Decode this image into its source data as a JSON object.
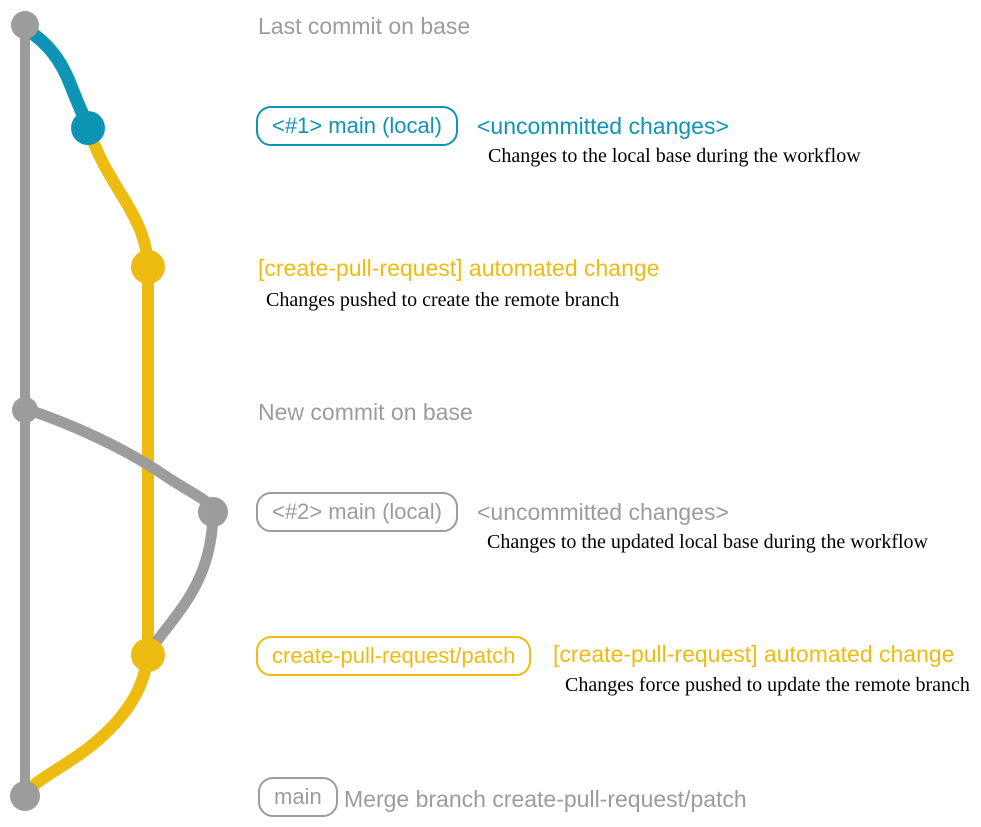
{
  "colors": {
    "gray": "#9c9c9c",
    "teal": "#0e94b5",
    "yellow": "#eebc10",
    "ink": "#000000",
    "background": "#ffffff"
  },
  "annotations": {
    "last_commit": {
      "label": "Last commit on base"
    },
    "local1": {
      "badge": "<#1> main (local)",
      "status": "<uncommitted changes>",
      "description": "Changes to the local base during the workflow"
    },
    "push1": {
      "title": "[create-pull-request] automated change",
      "description": "Changes pushed to create the remote branch"
    },
    "new_commit": {
      "label": "New commit on base"
    },
    "local2": {
      "badge": "<#2> main (local)",
      "status": "<uncommitted changes>",
      "description": "Changes to the updated local base during the workflow"
    },
    "push2": {
      "badge": "create-pull-request/patch",
      "title": "[create-pull-request] automated change",
      "description": "Changes force pushed to update the remote branch"
    },
    "merge": {
      "badge": "main",
      "label": "Merge branch create-pull-request/patch"
    }
  },
  "graph": {
    "branches": [
      {
        "name": "base",
        "color": "#9c9c9c"
      },
      {
        "name": "main (local)",
        "color": "#0e94b5"
      },
      {
        "name": "create-pull-request/patch",
        "color": "#eebc10"
      }
    ],
    "commits": [
      {
        "id": "last-commit-on-base",
        "branch": "base",
        "color": "#9c9c9c"
      },
      {
        "id": "local-uncommitted-1",
        "branch": "main (local)",
        "color": "#0e94b5"
      },
      {
        "id": "automated-change-1",
        "branch": "create-pull-request/patch",
        "color": "#eebc10"
      },
      {
        "id": "new-commit-on-base",
        "branch": "base",
        "color": "#9c9c9c"
      },
      {
        "id": "local-uncommitted-2",
        "branch": "main (local)",
        "color": "#9c9c9c"
      },
      {
        "id": "automated-change-2",
        "branch": "create-pull-request/patch",
        "color": "#eebc10"
      },
      {
        "id": "merge-commit",
        "branch": "base",
        "color": "#9c9c9c"
      }
    ]
  }
}
